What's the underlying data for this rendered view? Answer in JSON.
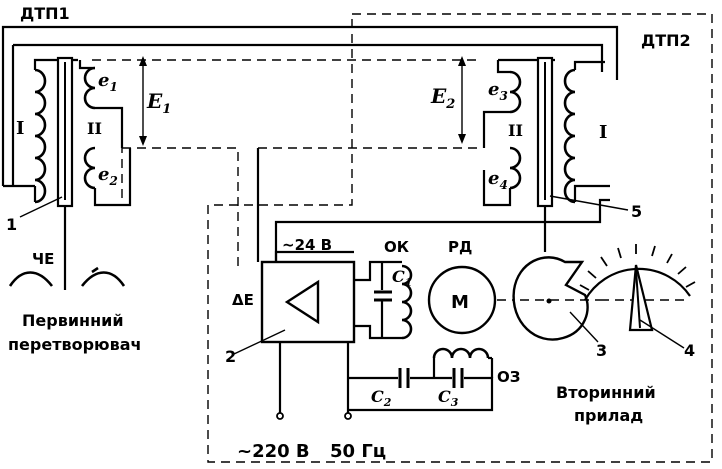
{
  "labels": {
    "dtp1": "ДТП1",
    "dtp2": "ДТП2",
    "e1": "e",
    "e1_sub": "1",
    "e2": "e",
    "e2_sub": "2",
    "e3": "e",
    "e3_sub": "3",
    "e4": "e",
    "e4_sub": "4",
    "E1": "E",
    "E1_sub": "1",
    "E2": "E",
    "E2_sub": "2",
    "coil_I_left": "I",
    "coil_II_left": "II",
    "coil_I_right": "I",
    "coil_II_right": "II",
    "che": "ЧЕ",
    "primary_line1": "Первинний",
    "primary_line2": "перетворювач",
    "delta_e": "ΔE",
    "v24": "~24 В",
    "ok": "ОК",
    "c1": "C",
    "c1_sub": "1",
    "rd": "РД",
    "motor": "М",
    "c2": "C",
    "c2_sub": "2",
    "c3": "C",
    "c3_sub": "3",
    "oz": "ОЗ",
    "secondary_line1": "Вторинний",
    "secondary_line2": "прилад",
    "v220": "~220 В",
    "hz50": "50 Гц",
    "n1": "1",
    "n2": "2",
    "n3": "3",
    "n4": "4",
    "n5": "5"
  }
}
